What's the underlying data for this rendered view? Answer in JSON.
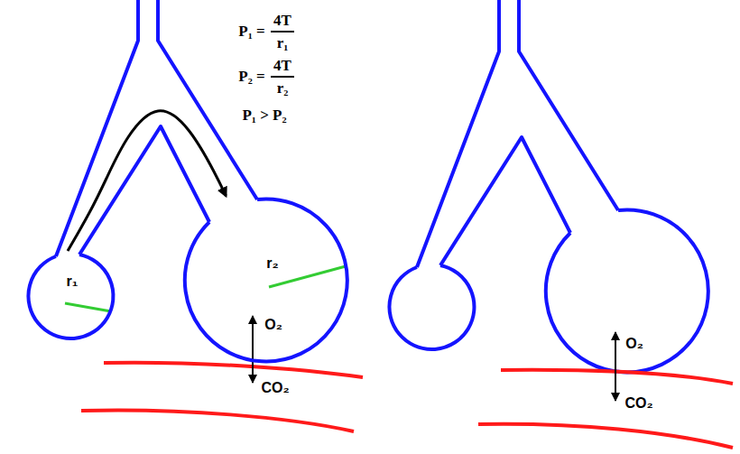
{
  "diagram": {
    "nodes": [
      {
        "text": [
          "r₁"
        ]
      },
      {
        "text": [
          "r₂"
        ]
      }
    ],
    "edges": [
      {
        "from": 0,
        "to": 1,
        "arrow": "to"
      }
    ],
    "labels": [
      "P₁ =",
      "4T",
      "r₁",
      "P₂ =",
      "4T",
      "r₂",
      "P₁ > P₂",
      "O₂",
      "CO₂",
      "O₂",
      "CO₂"
    ]
  }
}
